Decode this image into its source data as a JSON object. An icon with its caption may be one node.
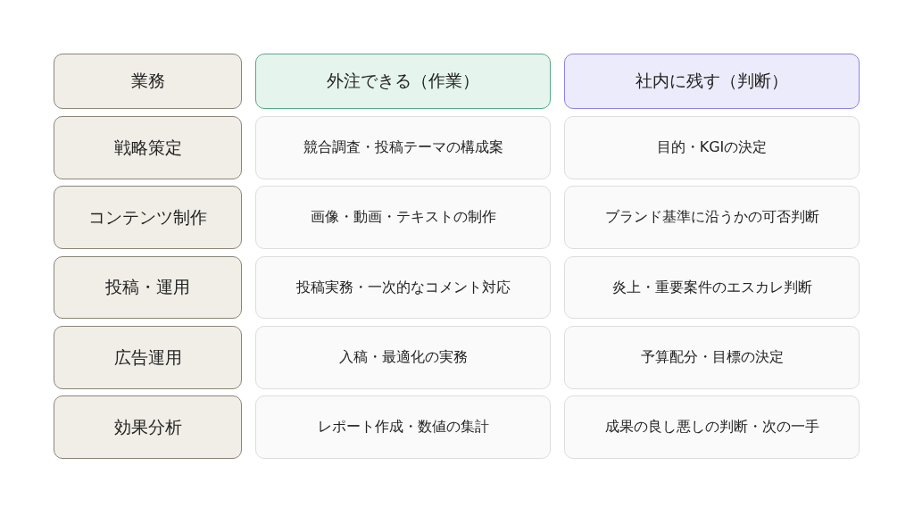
{
  "diagram": {
    "nodes": [
      {
        "text": [
          "業務"
        ]
      },
      {
        "text": [
          "外注できる（作業）"
        ]
      },
      {
        "text": [
          "社内に残す（判断）"
        ]
      },
      {
        "text": [
          "戦略策定"
        ]
      },
      {
        "text": [
          "競合調査・投稿テーマの構成案"
        ]
      },
      {
        "text": [
          "目的・KGIの決定"
        ]
      },
      {
        "text": [
          "コンテンツ制作"
        ]
      },
      {
        "text": [
          "画像・動画・テキストの制作"
        ]
      },
      {
        "text": [
          "ブランド基準に沿うかの可否判断"
        ]
      },
      {
        "text": [
          "投稿・運用"
        ]
      },
      {
        "text": [
          "投稿実務・一次的なコメント対応"
        ]
      },
      {
        "text": [
          "炎上・重要案件のエスカレ判断"
        ]
      },
      {
        "text": [
          "広告運用"
        ]
      },
      {
        "text": [
          "入稿・最適化の実務"
        ]
      },
      {
        "text": [
          "予算配分・目標の決定"
        ]
      },
      {
        "text": [
          "効果分析"
        ]
      },
      {
        "text": [
          "レポート作成・数値の集計"
        ]
      },
      {
        "text": [
          "成果の良し悪しの判断・次の一手"
        ]
      }
    ]
  }
}
